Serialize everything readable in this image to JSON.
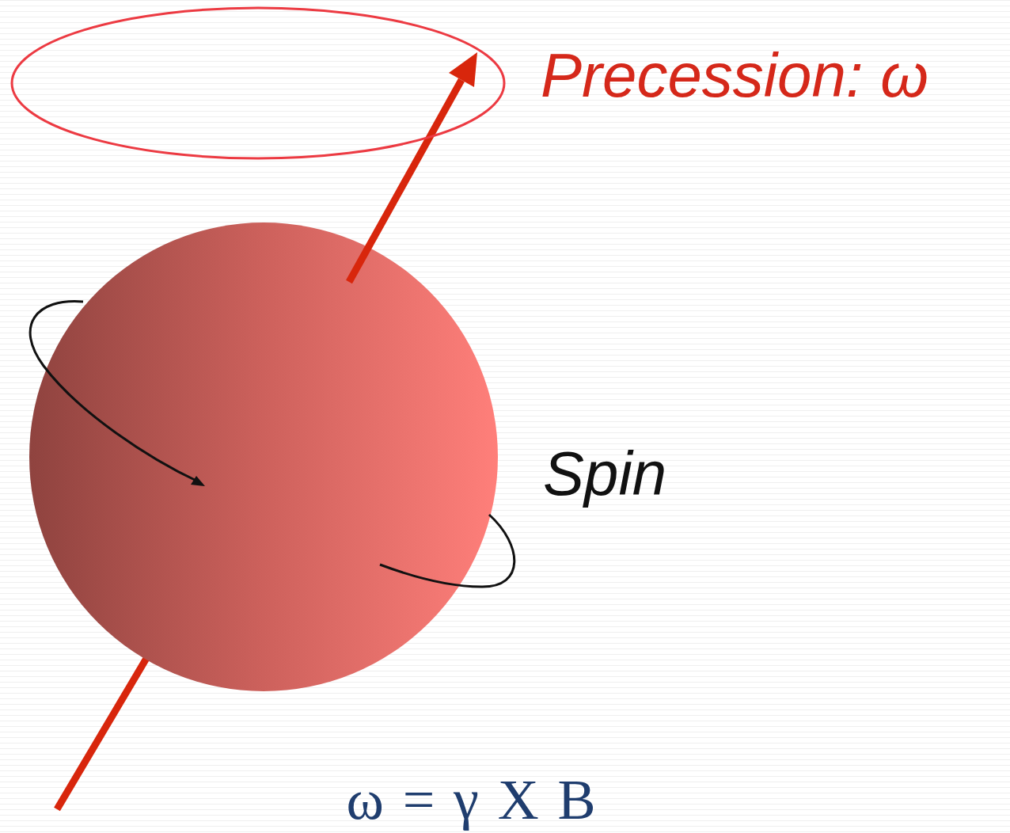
{
  "diagram": {
    "labels": [
      "Precession: ω",
      "Spin",
      "ω = γ X B"
    ]
  }
}
